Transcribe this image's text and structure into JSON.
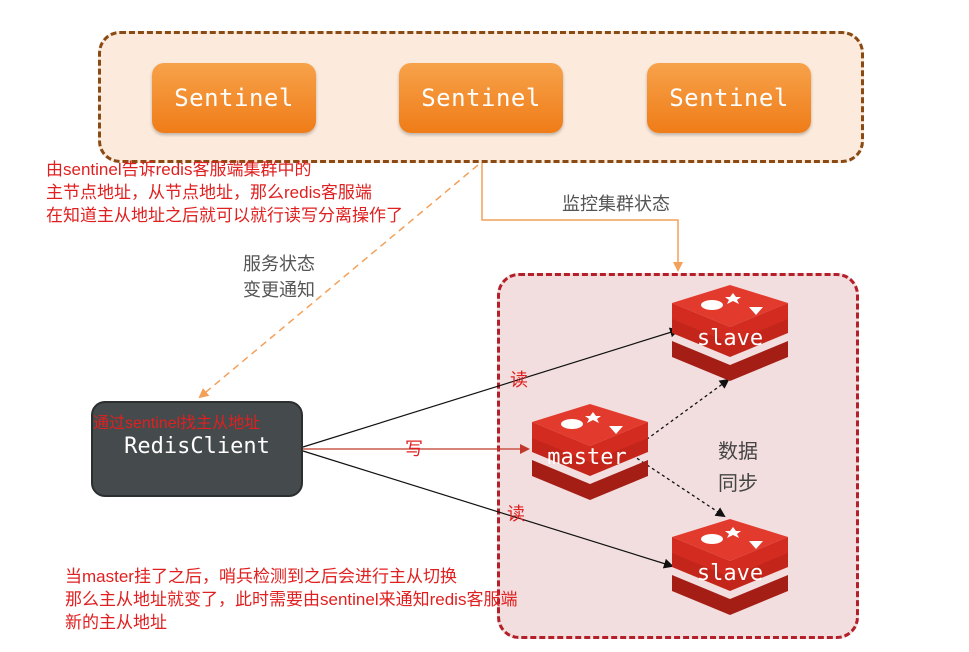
{
  "sentinels": [
    {
      "label": "Sentinel"
    },
    {
      "label": "Sentinel"
    },
    {
      "label": "Sentinel"
    }
  ],
  "client": {
    "label": "RedisClient",
    "note": "通过sentinel找主从地址"
  },
  "nodes": {
    "master": {
      "label": "master"
    },
    "slave_top": {
      "label": "slave"
    },
    "slave_bottom": {
      "label": "slave"
    }
  },
  "notes": {
    "top": [
      "由sentinel告诉redis客服端集群中的",
      "主节点地址，从节点地址，那么redis客服端",
      "在知道主从地址之后就可以就行读写分离操作了"
    ],
    "bottom": [
      "当master挂了之后，哨兵检测到之后会进行主从切换",
      "那么主从地址就变了，此时需要由sentinel来通知redis客服端",
      "新的主从地址"
    ]
  },
  "labels": {
    "monitor": "监控集群状态",
    "service_change": [
      "服务状态",
      "变更通知"
    ],
    "sync": [
      "数据",
      "同步"
    ],
    "read_top": "读",
    "write": "写",
    "read_bottom": "读"
  },
  "colors": {
    "sentinel_orange": "#ef7c18",
    "redis_red": "#d82c20",
    "client_gray": "#454a4c",
    "note_red": "#e02020",
    "monitor_line": "#f3a05a"
  }
}
